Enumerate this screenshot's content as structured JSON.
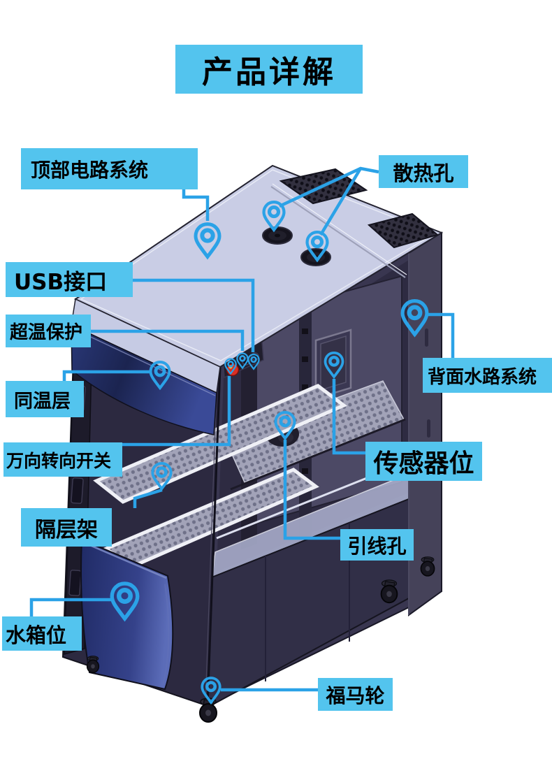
{
  "title": "产品详解",
  "colors": {
    "accent_cyan": "#53C4EE",
    "pin_blue": "#2BA2E7",
    "label_text": "#000000",
    "machine_dark": "#393650",
    "machine_top": "#C9CDE5",
    "door_blue": "#3A4A97"
  },
  "callouts": {
    "top_circuit": "顶部电路系统",
    "heat_holes": "散热孔",
    "usb_port": "USB接口",
    "overtemp_protection": "超温保护",
    "isothermal_layer": "同温层",
    "back_water_system": "背面水路系统",
    "universal_switch": "万向转向开关",
    "sensor_position": "传感器位",
    "shelf_rack": "隔层架",
    "lead_hole": "引线孔",
    "water_tank": "水箱位",
    "caster_wheel": "福马轮"
  }
}
